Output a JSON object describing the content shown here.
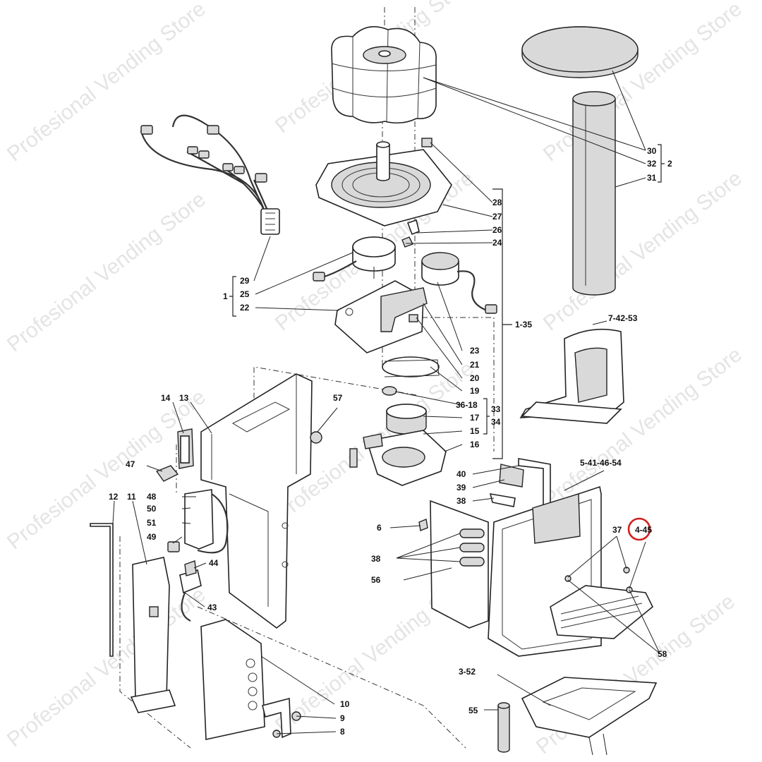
{
  "watermark": {
    "text": "Profesional Vending Store"
  },
  "labels": {
    "p30": "30",
    "p32": "32",
    "p31": "31",
    "g2": "2",
    "p28": "28",
    "p27": "27",
    "p26": "26",
    "p24": "24",
    "p29": "29",
    "g1": "1",
    "p25": "25",
    "p22": "22",
    "p23": "23",
    "p21": "21",
    "p20": "20",
    "p19": "19",
    "p36_18": "36-18",
    "p17": "17",
    "p15": "15",
    "p16": "16",
    "g33": "33",
    "g34": "34",
    "p1_35": "1-35",
    "p7_42_53": "7-42-53",
    "p14": "14",
    "p13": "13",
    "p57": "57",
    "p47": "47",
    "p48": "48",
    "p50": "50",
    "p51": "51",
    "p49": "49",
    "p44": "44",
    "p43": "43",
    "p12": "12",
    "p11": "11",
    "p10": "10",
    "p9": "9",
    "p8": "8",
    "p40": "40",
    "p39": "39",
    "p38a": "38",
    "p5_41_46_54": "5-41-46-54",
    "p6": "6",
    "p38b": "38",
    "p56": "56",
    "p37": "37",
    "p4_45": "4-45",
    "p58": "58",
    "p3_52": "3-52",
    "p55": "55"
  },
  "highlight": {
    "target": "4-45",
    "color": "#d21f1f"
  }
}
